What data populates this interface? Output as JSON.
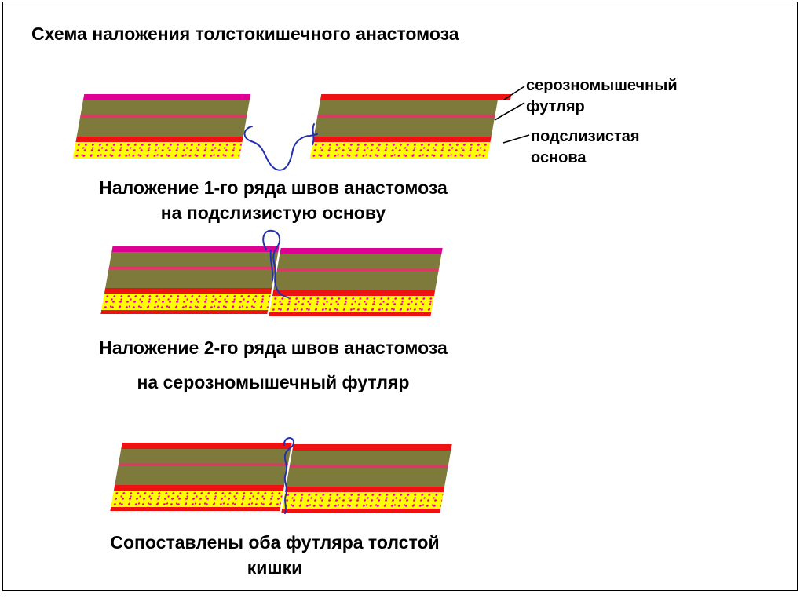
{
  "slide": {
    "title": "Схема наложения толстокишечного анастомоза"
  },
  "annotations": {
    "seromuscular": {
      "line1": "серозномышечный",
      "line2": "футляр"
    },
    "submucosa": {
      "line1": "подслизистая",
      "line2": "основа"
    }
  },
  "steps": {
    "step1": {
      "caption_line1": "Наложение 1-го ряда швов анастомоза",
      "caption_line2": "на подслизистую основу"
    },
    "step2": {
      "caption_line1": "Наложение 2-го ряда швов анастомоза",
      "caption_line2": "на серозномышечный футляр"
    },
    "step3": {
      "caption_line1": "Сопоставлены оба футляра толстой",
      "caption_line2": "кишки"
    }
  },
  "colors": {
    "serosa_magenta": "#dd0093",
    "muscle_olive": "#7d7a3c",
    "stripe_crimson": "#e8316b",
    "line_red": "#ee1111",
    "submucosa_yellow": "#ffff00",
    "speckle_magenta": "#ee00aa",
    "suture_blue": "#2430b4",
    "text_black": "#000000"
  }
}
